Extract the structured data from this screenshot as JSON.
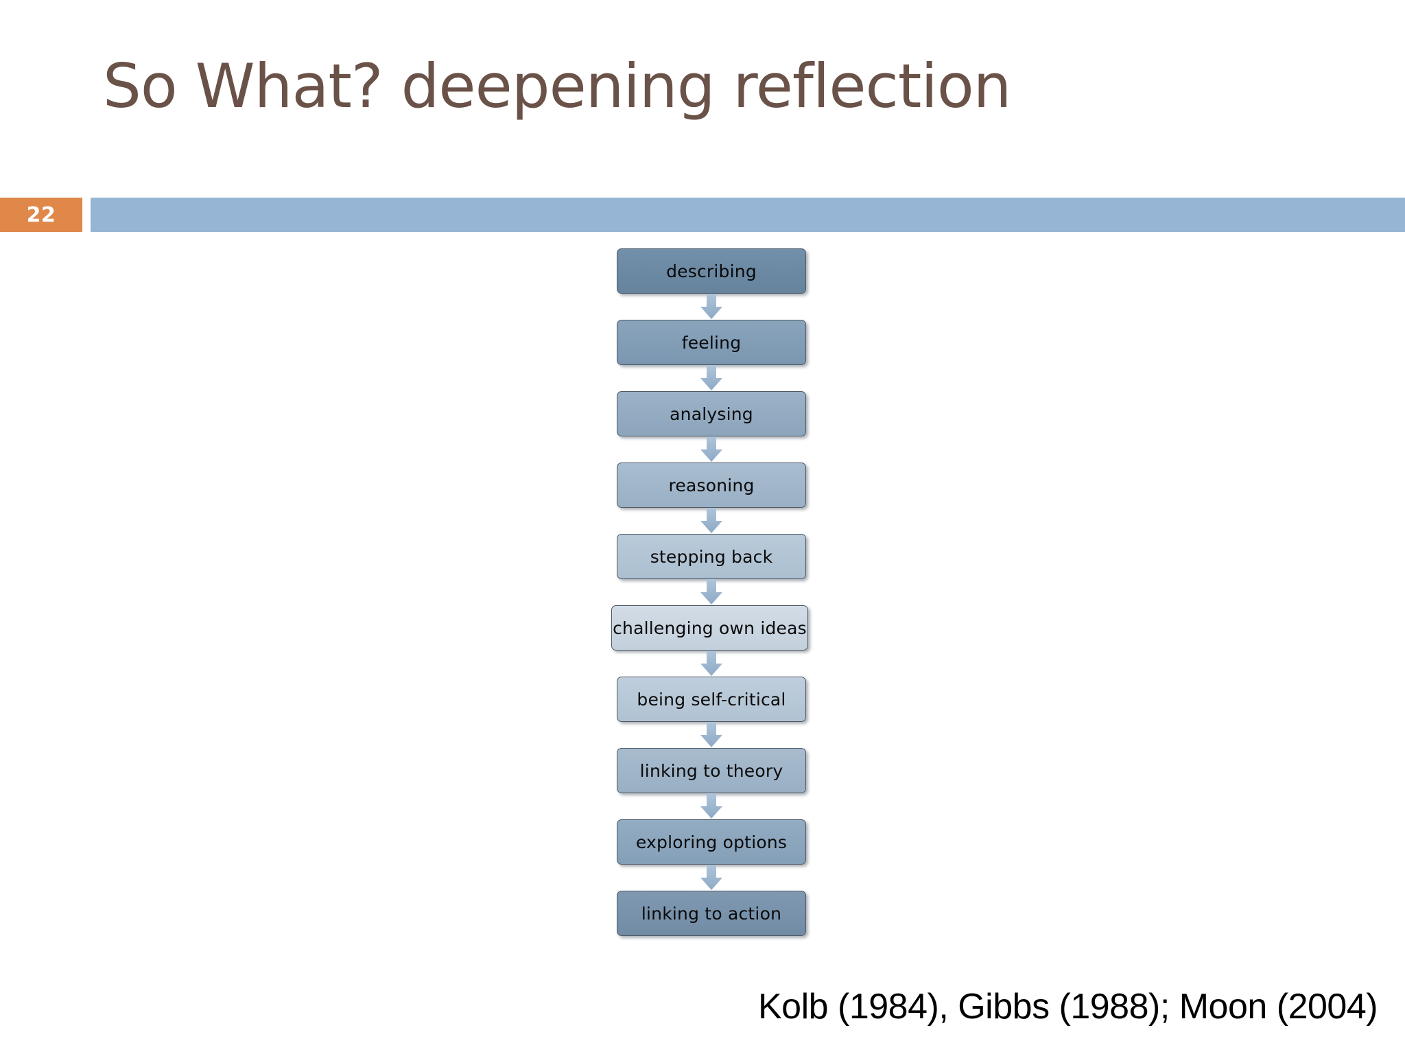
{
  "slide": {
    "title": "So What? deepening reflection",
    "page_number": "22",
    "citation": "Kolb (1984), Gibbs (1988); Moon (2004)",
    "colors": {
      "title_brown": "#6A5248",
      "badge_orange": "#E0884A",
      "header_blue": "#96B5D4",
      "arrow_blue": "#9DB8D2",
      "box_border": "#4E5A66"
    }
  },
  "chart_data": {
    "type": "diagram",
    "title": "So What? deepening reflection",
    "layout": "vertical-flow",
    "steps": [
      {
        "label": "describing",
        "fill_top": "#7390AB",
        "fill_bottom": "#66839E",
        "wide": false
      },
      {
        "label": "feeling",
        "fill_top": "#8AA4BC",
        "fill_bottom": "#7B96B0",
        "wide": false
      },
      {
        "label": "analysing",
        "fill_top": "#9BB2C7",
        "fill_bottom": "#8CA5BC",
        "wide": false
      },
      {
        "label": "reasoning",
        "fill_top": "#A9BDD0",
        "fill_bottom": "#9AB0C5",
        "wide": false
      },
      {
        "label": "stepping back",
        "fill_top": "#BACBDA",
        "fill_bottom": "#ABBFD0",
        "wide": false
      },
      {
        "label": "challenging own ideas",
        "fill_top": "#D2DCE6",
        "fill_bottom": "#C3D0DC",
        "wide": true
      },
      {
        "label": "being self-critical",
        "fill_top": "#BFCEDC",
        "fill_bottom": "#B0C2D2",
        "wide": false
      },
      {
        "label": "linking to theory",
        "fill_top": "#A8BCCE",
        "fill_bottom": "#99AFC4",
        "wide": false
      },
      {
        "label": "exploring options",
        "fill_top": "#93ACC2",
        "fill_bottom": "#849FB8",
        "wide": false
      },
      {
        "label": "linking to action",
        "fill_top": "#8099B1",
        "fill_bottom": "#728CA6",
        "wide": false
      }
    ],
    "connector": "down-arrow",
    "source": "Kolb (1984), Gibbs (1988); Moon (2004)"
  }
}
